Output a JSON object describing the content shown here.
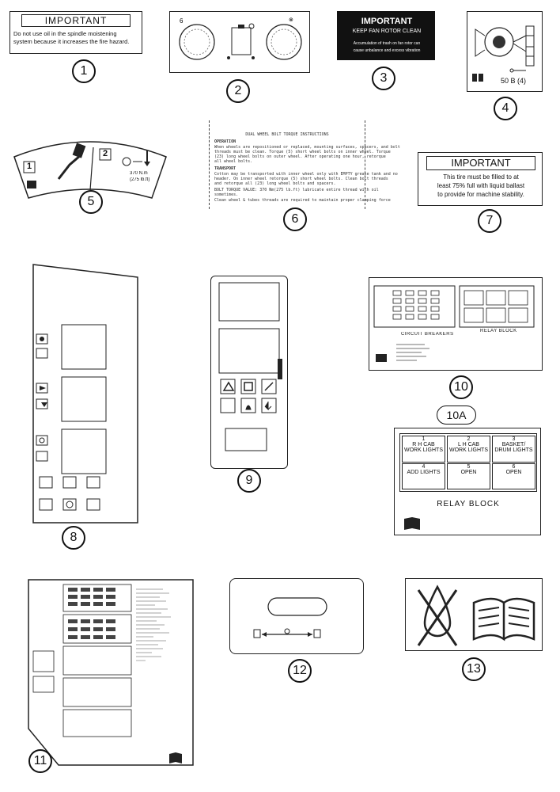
{
  "decal_1": {
    "callout": "1",
    "header": "IMPORTANT",
    "line_1": "Do not use oil in the spindle moistening",
    "line_2": "system because it increases the fire hazard."
  },
  "decal_2": {
    "callout": "2"
  },
  "decal_3": {
    "callout": "3",
    "header": "IMPORTANT",
    "subheader": "KEEP FAN ROTOR CLEAN",
    "line_1": "Accumulation of trash on fan rotor can",
    "line_2": "cause unbalance and excess vibration"
  },
  "decal_4": {
    "callout": "4",
    "label": "50 B (4)"
  },
  "decal_5": {
    "callout": "5",
    "step_1": "1",
    "step_2": "2",
    "torque": "370 N.m",
    "torque_ft": "(275 lb.ft)"
  },
  "decal_6": {
    "callout": "6",
    "title": "DUAL WHEEL BOLT TORQUE INSTRUCTIONS",
    "operation_heading": "OPERATION",
    "operation_text": [
      "When wheels are repositioned or replaced, mounting surfaces, spacers, and bolt",
      "threads must be clean. Torque (5) short wheel bolts on inner wheel. Torque",
      "(23) long wheel bolts on outer wheel. After operating one hour, retorque",
      "all wheel bolts."
    ],
    "transport_heading": "TRANSPORT",
    "transport_text": [
      "Cotton may be transported with inner wheel only with EMPTY grease tank and no",
      "header. On inner wheel retorque (5) short wheel bolts. Clean bolt threads",
      "and retorque all (23) long wheel bolts and spacers."
    ],
    "torque_line": "BOLT TORQUE VALUE: 370 Nm(275 lb.ft) lubricate entire thread with oil",
    "note_1": "sometimes.",
    "note_2": "Clean wheel & tubes threads are required to maintain proper clamping force"
  },
  "decal_7": {
    "callout": "7",
    "header": "IMPORTANT",
    "line_1": "This tire must be filled to at",
    "line_2": "least 75% full with liquid ballast",
    "line_3": "to provide for machine stability."
  },
  "decal_8": {
    "callout": "8"
  },
  "decal_9": {
    "callout": "9"
  },
  "decal_10": {
    "callout": "10",
    "section_1": "CIRCUIT BREAKERS",
    "section_2": "RELAY BLOCK"
  },
  "decal_10a": {
    "callout": "10A",
    "relays": [
      {
        "num": "1",
        "l1": "R H CAB",
        "l2": "WORK LIGHTS"
      },
      {
        "num": "2",
        "l1": "L H CAB",
        "l2": "WORK LIGHTS"
      },
      {
        "num": "3",
        "l1": "BASKET/",
        "l2": "DRUM LIGHTS"
      },
      {
        "num": "4",
        "l1": "ADD LIGHTS",
        "l2": ""
      },
      {
        "num": "5",
        "l1": "OPEN",
        "l2": ""
      },
      {
        "num": "6",
        "l1": "OPEN",
        "l2": ""
      }
    ],
    "footer": "RELAY BLOCK"
  },
  "decal_11": {
    "callout": "11"
  },
  "decal_12": {
    "callout": "12"
  },
  "decal_13": {
    "callout": "13"
  }
}
